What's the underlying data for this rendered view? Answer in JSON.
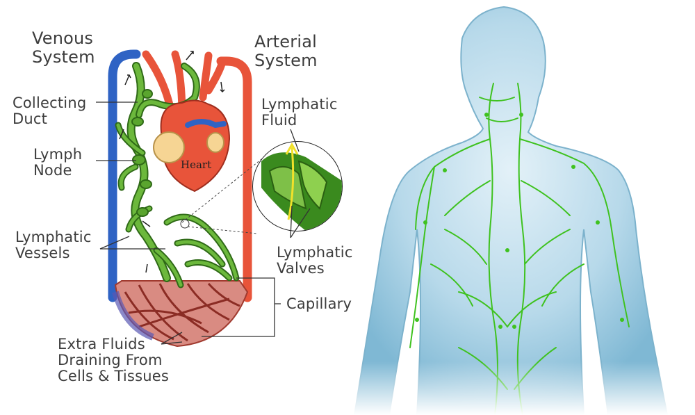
{
  "labels": {
    "venous_system": "Venous\nSystem",
    "arterial_system": "Arterial\nSystem",
    "collecting_duct": "Collecting\nDuct",
    "lymph_node": "Lymph\nNode",
    "lymphatic_vessels": "Lymphatic\nVessels",
    "lymphatic_fluid": "Lymphatic\nFluid",
    "lymphatic_valves": "Lymphatic\nValves",
    "capillary": "Capillary",
    "extra_fluids": "Extra Fluids\nDraining From\nCells & Tissues",
    "heart": "Heart"
  },
  "colors": {
    "vein": "#2f63c4",
    "artery": "#e8543a",
    "lymph": "#5aa52e",
    "lymph_dark": "#2f6a17",
    "heart": "#e8543a",
    "fat": "#f6d594",
    "tissue": "#f2b5ad",
    "body_skin": "#a9d2e6",
    "body_lymph": "#3fc21f",
    "text": "#3d3d3d"
  }
}
